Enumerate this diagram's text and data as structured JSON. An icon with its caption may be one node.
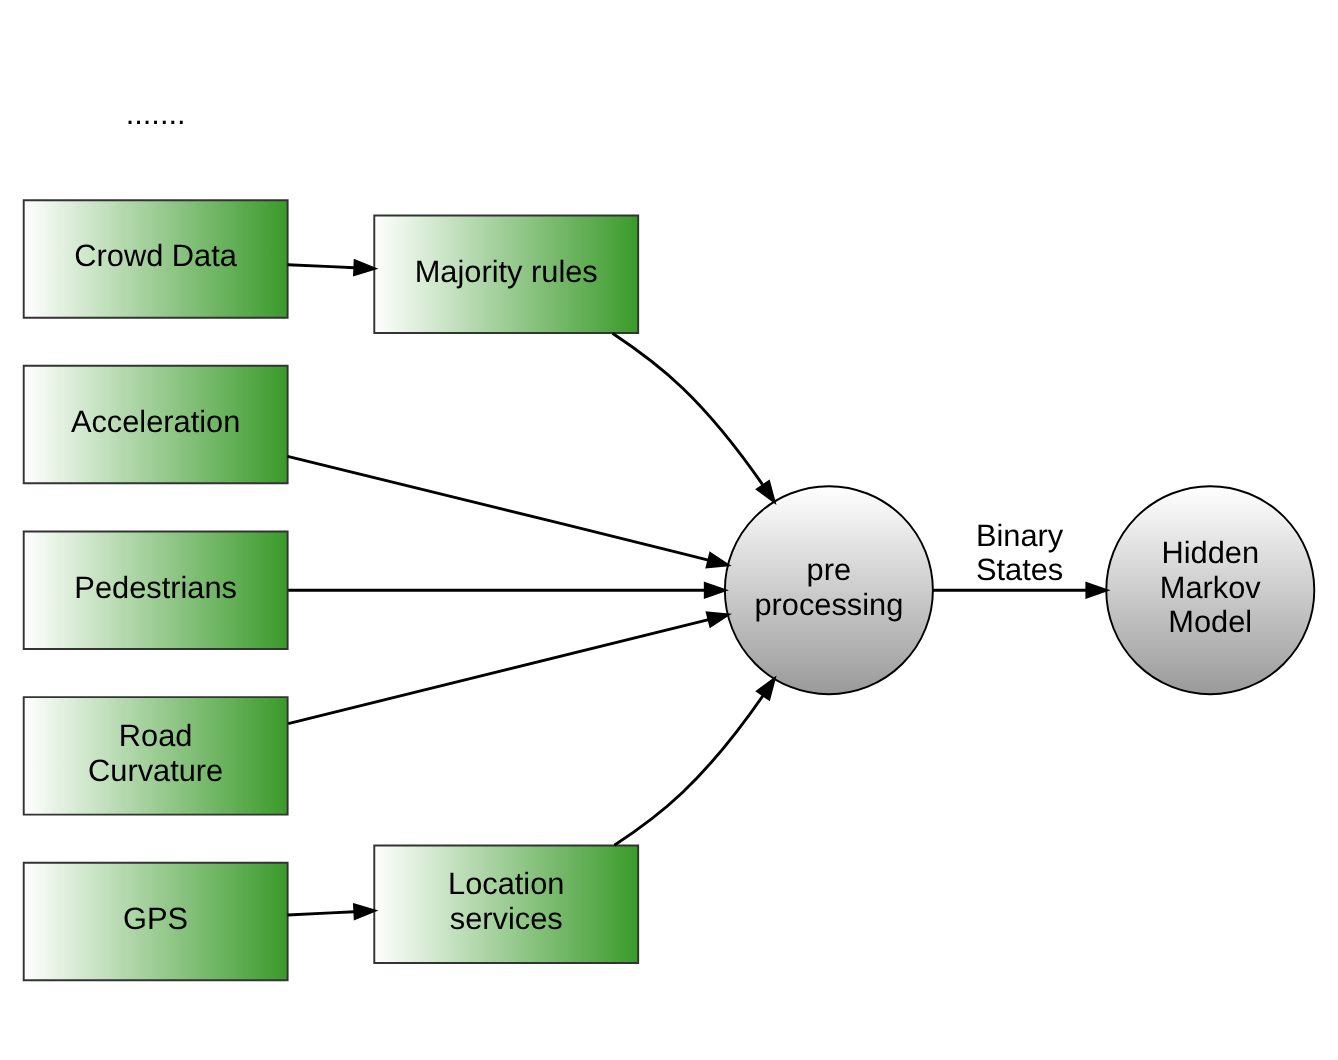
{
  "diagram": {
    "nodes": [
      {
        "text": [
          "Crowd Data"
        ]
      },
      {
        "text": [
          "Majority rules"
        ]
      },
      {
        "text": [
          "Acceleration"
        ]
      },
      {
        "text": [
          "Pedestrians"
        ]
      },
      {
        "text": [
          "Road Curvature"
        ]
      },
      {
        "text": [
          "GPS"
        ]
      },
      {
        "text": [
          "Location services"
        ]
      },
      {
        "text": [
          "pre processing"
        ]
      },
      {
        "text": [
          "Hidden Markov Model"
        ]
      }
    ],
    "edges": [
      {
        "from": 0,
        "to": 1,
        "arrow": "to"
      },
      {
        "from": 1,
        "to": 7,
        "arrow": "to"
      },
      {
        "from": 2,
        "to": 7,
        "arrow": "to"
      },
      {
        "from": 3,
        "to": 7,
        "arrow": "to"
      },
      {
        "from": 4,
        "to": 7,
        "arrow": "to"
      },
      {
        "from": 5,
        "to": 6,
        "arrow": "to"
      },
      {
        "from": 6,
        "to": 7,
        "arrow": "to"
      },
      {
        "from": 7,
        "to": 8,
        "label": "Binary States",
        "arrow": "to"
      }
    ],
    "labels": [
      "......."
    ]
  }
}
